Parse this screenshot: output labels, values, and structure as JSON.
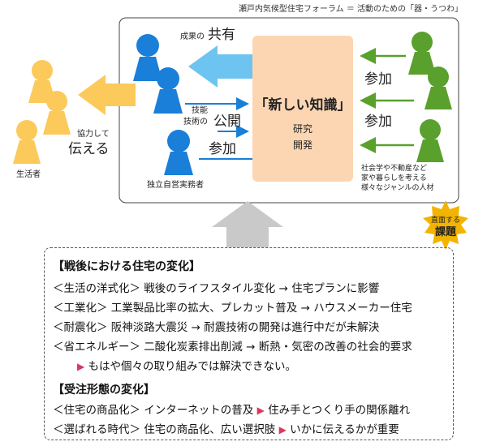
{
  "header": {
    "title": "瀬戸内気候型住宅フォーラム ＝ 活動のための「器・うつわ」"
  },
  "diagram": {
    "core": {
      "title": "「新しい知識」",
      "line1": "研究",
      "line2": "開発"
    },
    "share": {
      "small": "成果の",
      "big": "共有"
    },
    "disclose": {
      "small_l1": "技能",
      "small_l2": "技術の",
      "big": "公開"
    },
    "participate_left": "参加",
    "participate_right_1": "参加",
    "participate_right_2": "参加",
    "convey": {
      "small": "協力して",
      "big": "伝える"
    },
    "labels": {
      "residents": "生活者",
      "practitioners": "独立自営実務者",
      "experts_l1": "社会学や不動産など",
      "experts_l2": "家や暮らしを考える",
      "experts_l3": "様々なジャンルの人材"
    },
    "badge": {
      "small": "直面する",
      "big": "課題"
    },
    "colors": {
      "blue": "#1a7fd8",
      "yellow": "#fcc95b",
      "green": "#5aa02c",
      "light_blue": "#6ec4f0",
      "core_bg": "#fcd6b2",
      "pink": "#d73a5a"
    }
  },
  "problems": {
    "section1_title": "【戦後における住宅の変化】",
    "rows1": [
      {
        "tag": "＜生活の洋式化＞",
        "text": "戦後のライフスタイル変化 → 住宅プランに影響"
      },
      {
        "tag": "＜工業化＞",
        "text": "工業製品比率の拡大、プレカット普及 → ハウスメーカー住宅"
      },
      {
        "tag": "＜耐震化＞",
        "text": "阪神淡路大震災 → 耐震技術の開発は進行中だが未解決"
      },
      {
        "tag": "＜省エネルギー＞",
        "text": "二酸化炭素排出削減 → 断熱・気密の改善の社会的要求"
      }
    ],
    "conclusion": "もはや個々の取り組みでは解決できない。",
    "section2_title": "【受注形態の変化】",
    "row2a": {
      "tag": "＜住宅の商品化＞",
      "text": "インターネットの普及",
      "result": "住み手とつくり手の関係離れ"
    },
    "row2b": {
      "tag": "＜選ばれる時代＞",
      "text": "住宅の商品化、広い選択肢",
      "result": "いかに伝えるかが重要"
    }
  }
}
